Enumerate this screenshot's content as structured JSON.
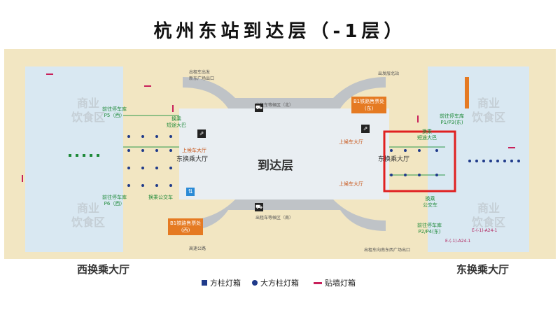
{
  "title": "杭州东站到达层（-1层）",
  "halls": {
    "west": "西换乘大厅",
    "east": "东换乘大厅"
  },
  "center_label": "到达层",
  "zones": [
    "商业\n饮食区",
    "商业\n饮食区",
    "商业\n饮食区",
    "商业\n饮食区"
  ],
  "transfer_labels": {
    "west": "东换乘大厅",
    "east": "东换乘大厅"
  },
  "taxi_north": "出租车等候区（北）",
  "taxi_south": "出租车等候区（南）",
  "ticket_west": "B1铁路售票处\n(西)",
  "ticket_east": "B1铁路售票处\n(东)",
  "green": {
    "p5": "前往停车库\nP5（西）",
    "p6": "前往停车库\nP6（西）",
    "p1p3": "前往停车库\nP1/P3(东)",
    "p2p4": "前往停车库\nP2/P4(东)",
    "short_left": "换乘\n短途大巴",
    "short_right": "换乘\n短途大巴",
    "bus_left": "换乘公交车",
    "bus_right": "换乘\n公交车"
  },
  "orange_texts": {
    "up1": "上候车大厅",
    "up2": "上候车大厅",
    "up3": "上候车大厅"
  },
  "grey_texts": {
    "tl": "出租车出发\n新东广场出口",
    "tr": "出发层北站",
    "bl": "高速公路",
    "br": "出租车向南东西广场出口"
  },
  "code_labels": {
    "e1": "E-(-1)-A24-1",
    "e2": "E-(-1)-A24-1"
  },
  "legend": {
    "square": "方柱灯箱",
    "dot": "大方柱灯箱",
    "bar": "贴墙灯箱"
  },
  "icons": [
    "taxi-icon",
    "taxi-icon",
    "escalator-icon",
    "escalator-icon",
    "elevator-icon"
  ]
}
